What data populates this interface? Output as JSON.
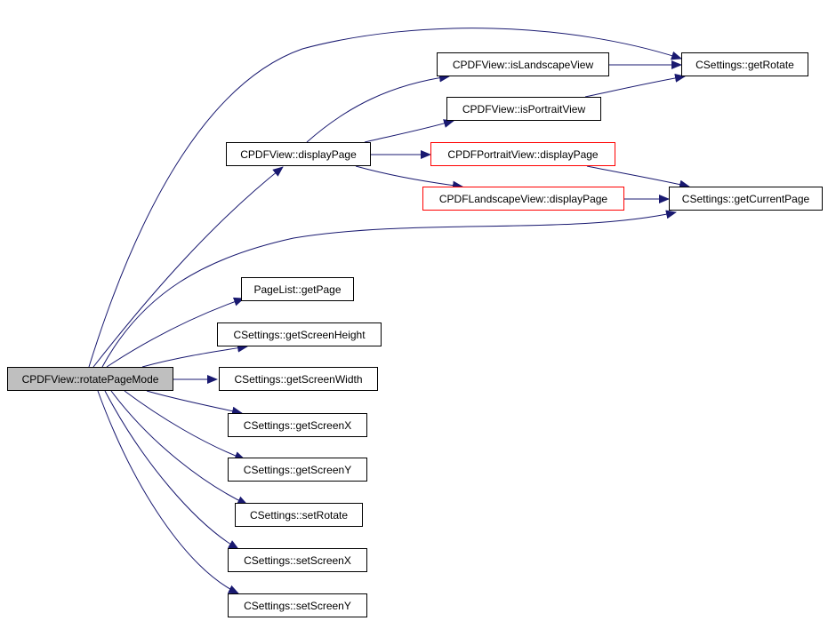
{
  "diagram": {
    "edge_color": "#191970",
    "root": "CPDFView::rotatePageMode",
    "nodes": {
      "root": "CPDFView::rotatePageMode",
      "displayPage": "CPDFView::displayPage",
      "isLandscapeView": "CPDFView::isLandscapeView",
      "isPortraitView": "CPDFView::isPortraitView",
      "portraitDisplay": "CPDFPortraitView::displayPage",
      "landscapeDisplay": "CPDFLandscapeView::displayPage",
      "getRotate": "CSettings::getRotate",
      "getCurrentPage": "CSettings::getCurrentPage",
      "getPage": "PageList::getPage",
      "getScreenHeight": "CSettings::getScreenHeight",
      "getScreenWidth": "CSettings::getScreenWidth",
      "getScreenX": "CSettings::getScreenX",
      "getScreenY": "CSettings::getScreenY",
      "setRotate": "CSettings::setRotate",
      "setScreenX": "CSettings::setScreenX",
      "setScreenY": "CSettings::setScreenY"
    },
    "edges": [
      [
        "root",
        "getRotate"
      ],
      [
        "root",
        "displayPage"
      ],
      [
        "root",
        "getCurrentPage"
      ],
      [
        "root",
        "getPage"
      ],
      [
        "root",
        "getScreenHeight"
      ],
      [
        "root",
        "getScreenWidth"
      ],
      [
        "root",
        "getScreenX"
      ],
      [
        "root",
        "getScreenY"
      ],
      [
        "root",
        "setRotate"
      ],
      [
        "root",
        "setScreenX"
      ],
      [
        "root",
        "setScreenY"
      ],
      [
        "displayPage",
        "isLandscapeView"
      ],
      [
        "displayPage",
        "isPortraitView"
      ],
      [
        "displayPage",
        "portraitDisplay"
      ],
      [
        "displayPage",
        "landscapeDisplay"
      ],
      [
        "isLandscapeView",
        "getRotate"
      ],
      [
        "isPortraitView",
        "getRotate"
      ],
      [
        "portraitDisplay",
        "getCurrentPage"
      ],
      [
        "landscapeDisplay",
        "getCurrentPage"
      ]
    ]
  }
}
